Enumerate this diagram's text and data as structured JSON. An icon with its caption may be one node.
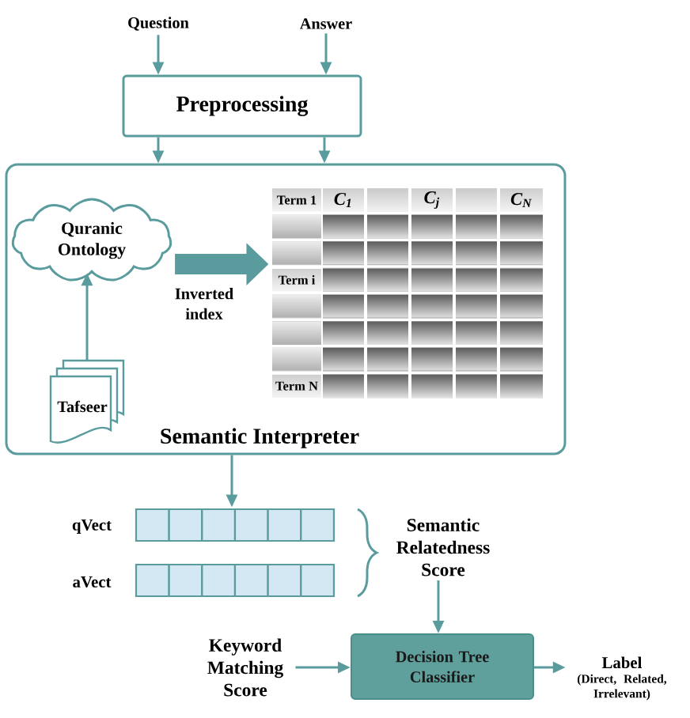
{
  "diagram": {
    "nodes": [
      {
        "text": [
          "Question"
        ]
      },
      {
        "text": [
          "Answer"
        ]
      },
      {
        "text": [
          "Preprocessing"
        ]
      },
      {
        "text": [
          "Semantic Interpreter"
        ]
      },
      {
        "text": [
          "Quranic Ontology"
        ],
        "in": 3
      },
      {
        "text": [
          "Tafseer"
        ],
        "in": 3
      },
      {
        "text": [
          "Term 1",
          "C$_{1}$",
          "C$_{j}$",
          "C$_{N}$",
          "Term i",
          "Term N"
        ],
        "in": 3
      },
      {
        "text": [],
        "shape": "bar",
        "beside": [
          "qVect"
        ]
      },
      {
        "text": [],
        "shape": "bar",
        "beside": [
          "aVect"
        ]
      },
      {
        "text": [
          "Semantic Relatedness Score"
        ]
      },
      {
        "text": [
          "Decision Tree Classifier"
        ]
      },
      {
        "text": [
          "Keyword Matching Score"
        ]
      },
      {
        "text": [
          "Label",
          "(Direct, Related, Irrelevant)"
        ]
      }
    ],
    "edges": [
      {
        "from": 0,
        "to": 2,
        "arrow": "to"
      },
      {
        "from": 1,
        "to": 2,
        "arrow": "to"
      },
      {
        "from": 2,
        "to": 3,
        "arrow": "to"
      },
      {
        "from": 2,
        "to": 3,
        "arrow": "to"
      },
      {
        "from": 5,
        "to": 4,
        "arrow": "to"
      },
      {
        "from": 4,
        "to": 6,
        "arrow": "to",
        "style": "thick",
        "label": "Inverted index"
      },
      {
        "from": 3,
        "to": 7,
        "arrow": "to"
      },
      {
        "from": 9,
        "to": 10,
        "arrow": "to"
      },
      {
        "from": 11,
        "to": 10,
        "arrow": "to"
      },
      {
        "from": 10,
        "to": 12,
        "arrow": "to"
      }
    ]
  }
}
